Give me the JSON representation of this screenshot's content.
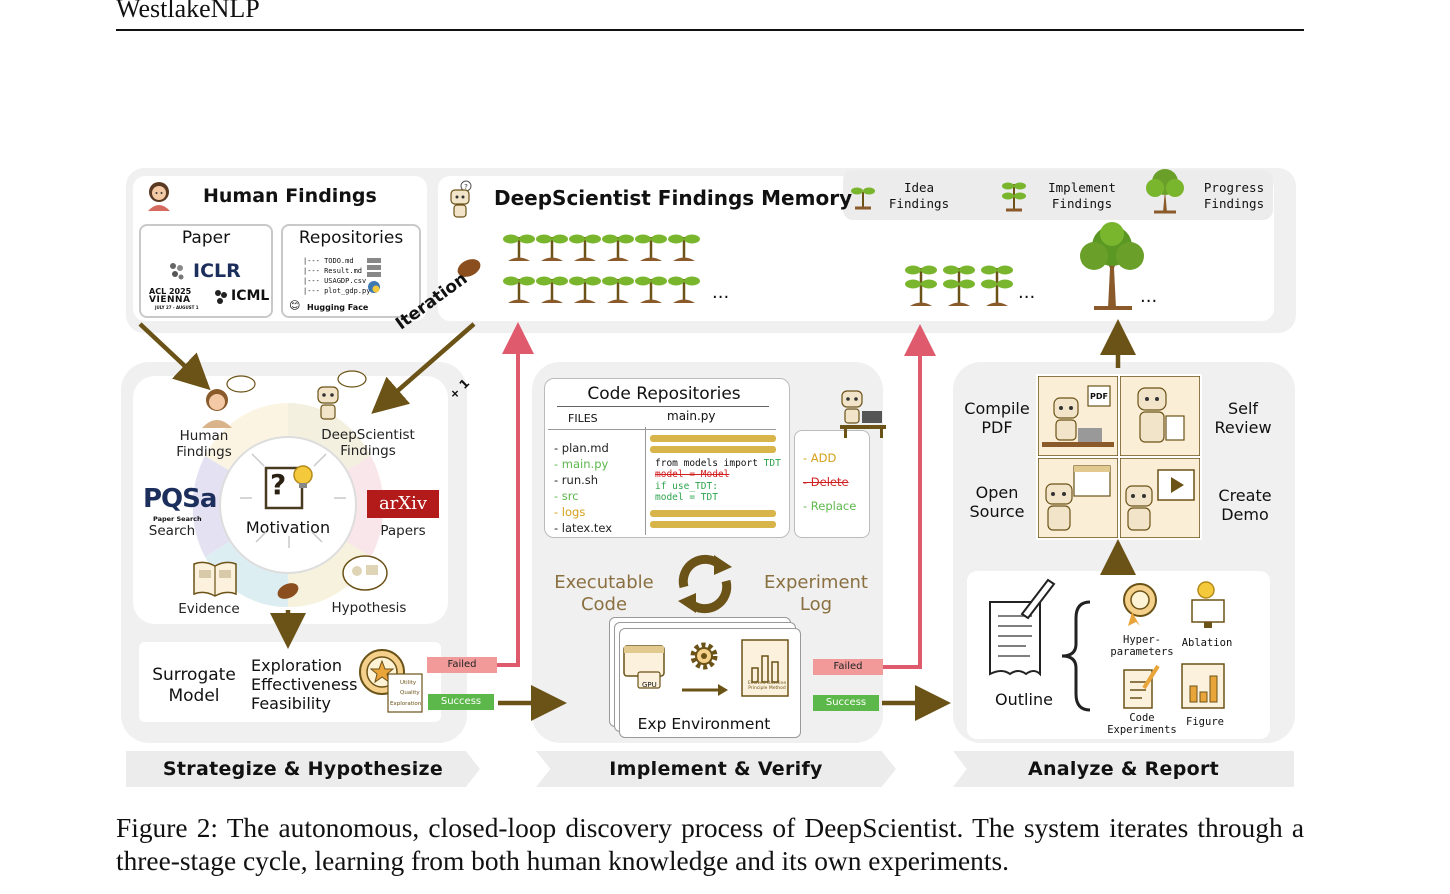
{
  "header": {
    "text": "WestlakeNLP"
  },
  "human_findings": {
    "title": "Human Findings",
    "paper_label": "Paper",
    "repositories_label": "Repositories",
    "conferences": {
      "iclr": "ICLR",
      "acl": "ACL 2025",
      "acl_city": "VIENNA",
      "acl_dates": "JULY 27 - AUGUST 1",
      "icml": "ICML"
    },
    "repo_files": [
      "|--- TODO.md",
      "|--- Result.md",
      "|--- USAGDP.csv",
      "|--- plot_gdp.py"
    ],
    "hugging_face": "Hugging Face"
  },
  "memory": {
    "title": "DeepScientist Findings Memory",
    "legend": [
      {
        "label_line1": "Idea",
        "label_line2": "Findings"
      },
      {
        "label_line1": "Implement",
        "label_line2": "Findings"
      },
      {
        "label_line1": "Progress",
        "label_line2": "Findings"
      }
    ],
    "ellipsis": "..."
  },
  "iteration": {
    "label": "Iteration",
    "plus_one": "+ 1"
  },
  "strategize": {
    "center_label": "Motivation",
    "center_glyph": "?",
    "segments": {
      "human_l1": "Human",
      "human_l2": "Findings",
      "deep_l1": "DeepScientist",
      "deep_l2": "Findings",
      "papers": "Papers",
      "hypothesis": "Hypothesis",
      "evidence": "Evidence",
      "search": "Search"
    },
    "pqsa_logo": "PQSa",
    "pqsa_sub": "Paper Search",
    "arxiv_logo": "arXiv",
    "surrogate_l1": "Surrogate",
    "surrogate_l2": "Model",
    "criteria": [
      "Exploration",
      "Effectiveness",
      "Feasibility"
    ],
    "badge_words": [
      "Utility",
      "Quality",
      "Exploration"
    ],
    "failed": "Failed",
    "success": "Success",
    "banner": "Strategize & Hypothesize"
  },
  "implement": {
    "code_repo_title": "Code Repositories",
    "files_header": "FILES",
    "main_header": "main.py",
    "files": [
      {
        "name": "- plan.md",
        "color": "#222222"
      },
      {
        "name": "- main.py",
        "color": "#5cb84a"
      },
      {
        "name": "- run.sh",
        "color": "#222222"
      },
      {
        "name": "- src",
        "color": "#5cb84a"
      },
      {
        "name": "- logs",
        "color": "#d4a017"
      },
      {
        "name": "- latex.tex",
        "color": "#222222"
      }
    ],
    "code_line1_a": "from models import ",
    "code_line1_b": "TDT",
    "code_line2": "model = Model",
    "code_line3": "if use_TDT:",
    "code_line4": "model = TDT",
    "ops": [
      "- ADD",
      "- Delete",
      "- Replace"
    ],
    "executable_l1": "Executable",
    "executable_l2": "Code",
    "experiment_l1": "Experiment",
    "experiment_l2": "Log",
    "gpu_label": "GPU",
    "chart_caption": "Evolved Baseline Principle Method",
    "env_label": "Exp Environment",
    "failed": "Failed",
    "success": "Success",
    "banner": "Implement & Verify"
  },
  "analyze": {
    "compile_l1": "Compile",
    "compile_l2": "PDF",
    "self_l1": "Self",
    "self_l2": "Review",
    "open_l1": "Open",
    "open_l2": "Source",
    "demo_l1": "Create",
    "demo_l2": "Demo",
    "pdf_tag": "PDF",
    "outline": "Outline",
    "hyper_l1": "Hyper-",
    "hyper_l2": "parameters",
    "ablation": "Ablation",
    "code_l1": "Code",
    "code_l2": "Experiments",
    "figure": "Figure",
    "banner": "Analyze & Report"
  },
  "caption": {
    "text": "Figure 2: The autonomous, closed-loop discovery process of DeepScientist.  The system iterates through a three-stage cycle, learning from both human knowledge and its own experiments."
  },
  "colors": {
    "arrow_brown": "#6b5217",
    "arrow_red": "#e05a6d",
    "panel": "#f0f0f0",
    "sprout": "#7ab52e",
    "soil": "#8a5a2b",
    "failed": "#f29a9a",
    "success": "#5cb84a"
  }
}
